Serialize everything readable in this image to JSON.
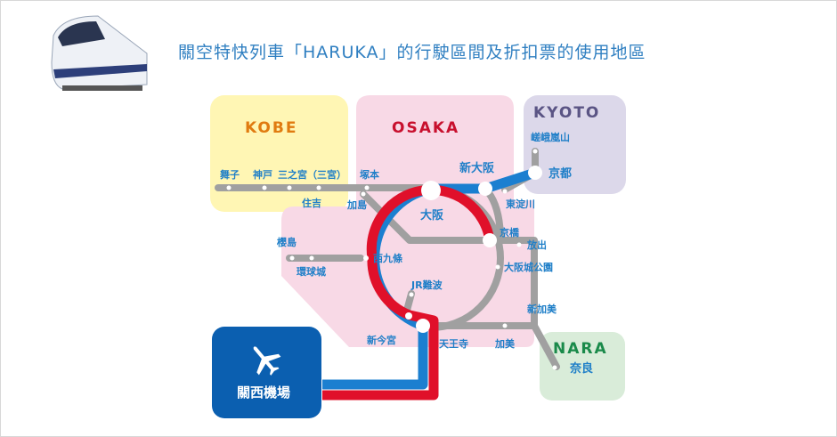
{
  "title": "關空特快列車「HARUKA」的行駛區間及折扣票的使用地區",
  "regions": {
    "kobe": "KOBE",
    "osaka": "OSAKA",
    "kyoto": "KYOTO",
    "nara": "NARA"
  },
  "airport": "關西機場",
  "colors": {
    "blue_line": "#1b7fd0",
    "red_line": "#e0102a",
    "gray_line": "#a0a0a0",
    "kobe": "#fff6b4",
    "osaka": "#f8d9e6",
    "kyoto": "#dcd8ea",
    "nara": "#d9ecd9",
    "airport": "#0b5fb0"
  },
  "stations": {
    "maiko": "舞子",
    "kobe": "神戸",
    "sannomiya": "三之宮（三宮）",
    "tsukamoto": "塚本",
    "sumiyoshi": "住吉",
    "kashima": "加島",
    "shin_osaka": "新大阪",
    "osaka": "大阪",
    "kyoto": "京都",
    "arashiyama": "嵯峨嵐山",
    "higashiyodogawa": "東淀川",
    "kyobashi": "京橋",
    "hanaten": "放出",
    "osakajokoen": "大阪城公園",
    "sakurajima": "櫻島",
    "universal": "環球城",
    "nishikujo": "西九條",
    "jrnamba": "JR難波",
    "shinimamiya": "新今宮",
    "tennoji": "天王寺",
    "kami": "加美",
    "shinkami": "新加美",
    "nara": "奈良"
  }
}
